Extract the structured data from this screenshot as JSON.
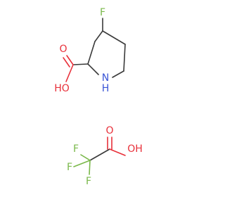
{
  "molecule_1": {
    "atoms": {
      "fluorine": "F",
      "carbonyl_oxygen": "O",
      "hydroxyl_oxygen_label": "HO",
      "nitrogen_label": "N\nH"
    }
  },
  "molecule_2": {
    "atoms": {
      "carbonyl_oxygen": "O",
      "hydroxyl_label": "OH",
      "fluorine_1": "F",
      "fluorine_2": "F",
      "fluorine_3": "F"
    }
  },
  "colors": {
    "bond": "#3a3a3a",
    "oxygen": "#e8303a",
    "nitrogen": "#3a55d6",
    "fluorine": "#7ab84a"
  }
}
